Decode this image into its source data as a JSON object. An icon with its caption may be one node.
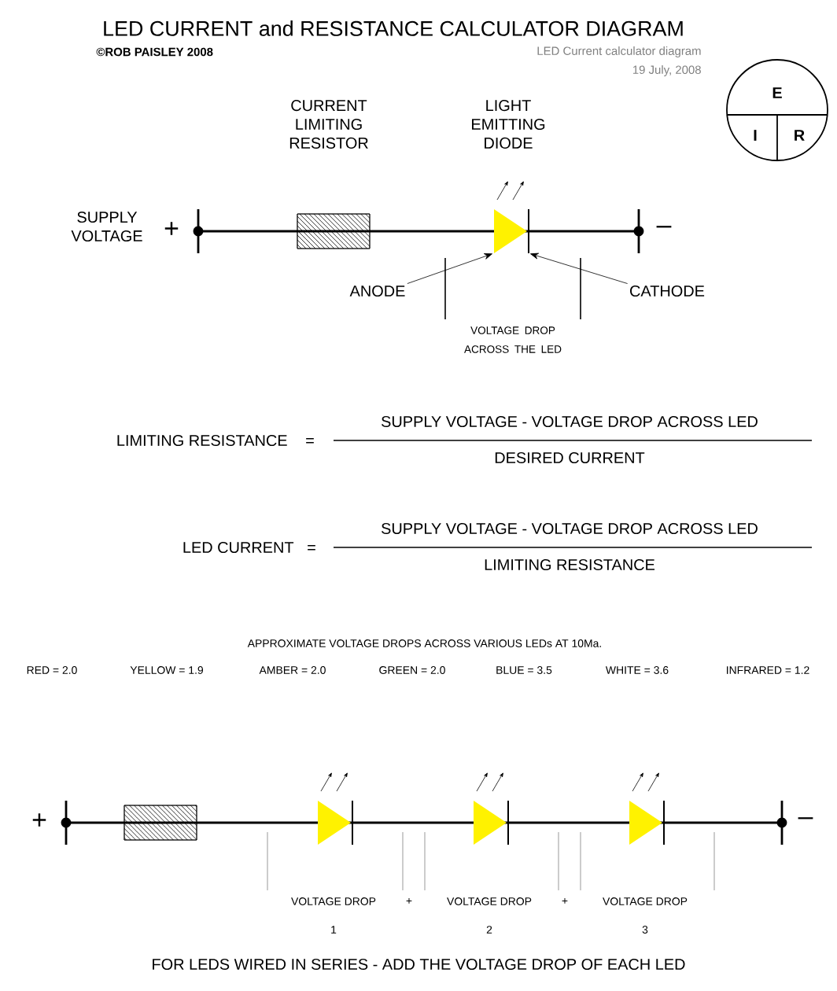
{
  "diagram": {
    "title": "LED CURRENT and RESISTANCE CALCULATOR DIAGRAM",
    "nodes": [
      {
        "text": [
          "E",
          "I",
          "R"
        ]
      },
      {
        "text": [],
        "shape": "triangle"
      },
      {
        "text": [
          "ANODE"
        ]
      },
      {
        "text": [
          "CATHODE"
        ]
      }
    ],
    "edges": [
      {
        "from": 2,
        "to": 1,
        "arrow": "to"
      },
      {
        "from": 3,
        "to": 1,
        "arrow": "to"
      }
    ],
    "labels": [
      "©ROB PAISLEY 2008",
      "LED Current calculator diagram",
      "19 July, 2008",
      "CURRENT LIMITING RESISTOR",
      "LIGHT EMITTING DIODE",
      "SUPPLY VOLTAGE",
      "+",
      "–",
      "VOLTAGE DROP ACROSS THE LED",
      "LIMITING RESISTANCE",
      "=",
      "SUPPLY VOLTAGE - VOLTAGE DROP ACROSS LED",
      "DESIRED CURRENT",
      "LED CURRENT",
      "=",
      "SUPPLY VOLTAGE - VOLTAGE DROP ACROSS LED",
      "LIMITING RESISTANCE",
      "APPROXIMATE VOLTAGE DROPS ACROSS VARIOUS LEDs AT 10Ma.",
      "RED = 2.0",
      "YELLOW = 1.9",
      "AMBER = 2.0",
      "GREEN = 2.0",
      "BLUE = 3.5",
      "WHITE = 3.6",
      "INFRARED = 1.2",
      "+",
      "–",
      "VOLTAGE DROP",
      "+",
      "VOLTAGE DROP",
      "+",
      "VOLTAGE DROP",
      "1",
      "2",
      "3",
      "FOR LEDS WIRED IN SERIES - ADD THE VOLTAGE DROP OF EACH LED"
    ]
  }
}
